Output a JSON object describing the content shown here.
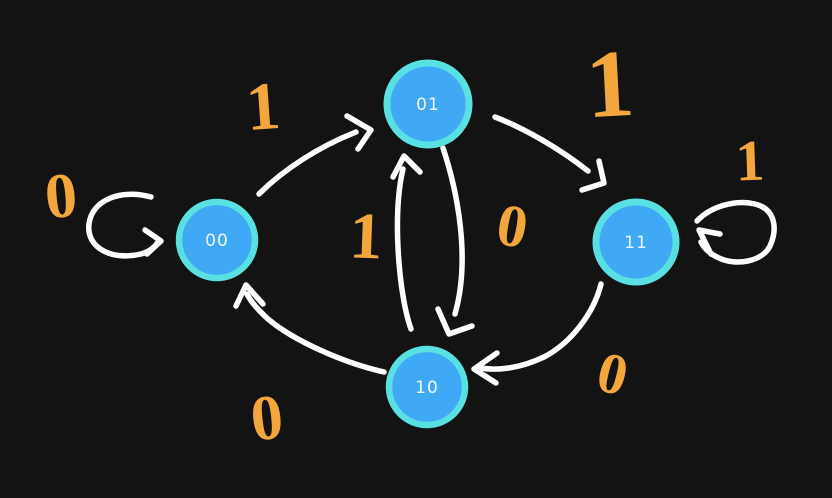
{
  "colors": {
    "background": "#131313",
    "node_fill": "#3fa9f5",
    "node_stroke": "#59e0e3",
    "edge_stroke": "#ffffff",
    "transition_label_color": "#f3a63b",
    "state_label_color": "#f2f8ff"
  },
  "diagram": {
    "type": "finite-state-machine",
    "states": [
      {
        "id": "00",
        "label": "00"
      },
      {
        "id": "01",
        "label": "01"
      },
      {
        "id": "11",
        "label": "11"
      },
      {
        "id": "10",
        "label": "10"
      }
    ],
    "transitions": [
      {
        "from": "00",
        "to": "00",
        "input": "0"
      },
      {
        "from": "00",
        "to": "01",
        "input": "1"
      },
      {
        "from": "10",
        "to": "01",
        "input": "1"
      },
      {
        "from": "01",
        "to": "10",
        "input": "0"
      },
      {
        "from": "01",
        "to": "11",
        "input": "1"
      },
      {
        "from": "11",
        "to": "11",
        "input": "1"
      },
      {
        "from": "11",
        "to": "10",
        "input": "0"
      },
      {
        "from": "10",
        "to": "00",
        "input": "0"
      }
    ]
  }
}
